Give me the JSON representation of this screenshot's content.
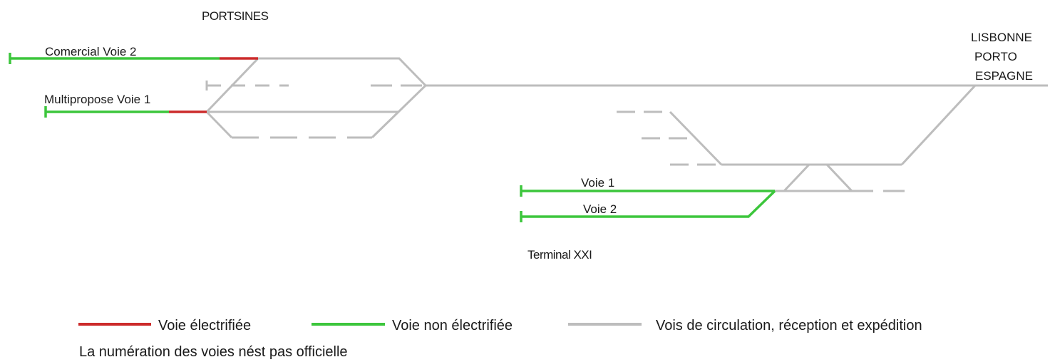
{
  "labels": {
    "portsines": "PORTSINES",
    "lisbonne": "LISBONNE",
    "porto": "PORTO",
    "espagne": "ESPAGNE",
    "comercial_voie_2": "Comercial Voie 2",
    "multipropose_voie_1": "Multipropose Voie 1",
    "voie_1": "Voie 1",
    "voie_2": "Voie 2",
    "terminal_xxi": "Terminal XXI"
  },
  "legend": {
    "electrified": "Voie électrifiée",
    "non_electrified": "Voie non électrifiée",
    "circulation": "Vois de circulation, réception et expédition",
    "note": "La numération des voies nést pas officielle"
  },
  "colors": {
    "electrified": "#cc2b2b",
    "non_electrified": "#3cc63c",
    "circulation": "#bdbdbd",
    "text": "#1a1a1a"
  }
}
